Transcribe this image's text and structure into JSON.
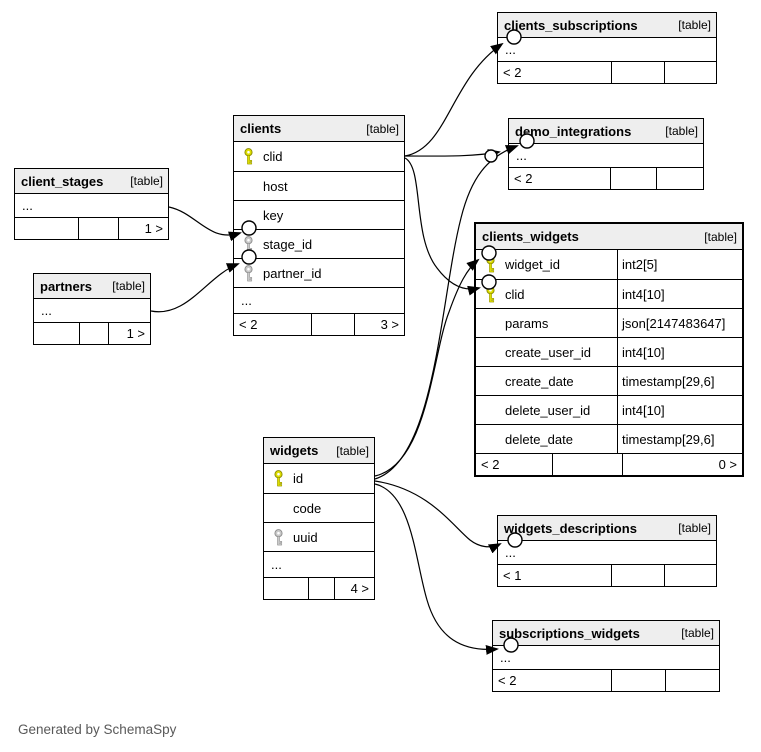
{
  "generator_note": "Generated by SchemaSpy",
  "colors": {
    "header_bg": "#eeeeee",
    "border": "#000000",
    "primary_key_fill": "#dddd00",
    "primary_key_stroke": "#8a8a00",
    "foreign_key_fill": "#c9c9c9",
    "foreign_key_stroke": "#8c8c8c"
  },
  "tables": {
    "client_stages": {
      "name": "client_stages",
      "tag": "[table]",
      "rows": [
        {
          "label": "..."
        }
      ],
      "footer": [
        "",
        "",
        "1 >"
      ]
    },
    "partners": {
      "name": "partners",
      "tag": "[table]",
      "rows": [
        {
          "label": "..."
        }
      ],
      "footer": [
        "",
        "",
        "1 >"
      ]
    },
    "clients": {
      "name": "clients",
      "tag": "[table]",
      "rows": [
        {
          "label": "clid",
          "key": "primary"
        },
        {
          "label": "host"
        },
        {
          "label": "key"
        },
        {
          "label": "stage_id",
          "key": "foreign"
        },
        {
          "label": "partner_id",
          "key": "foreign"
        },
        {
          "label": "..."
        }
      ],
      "footer": [
        "< 2",
        "",
        "3 >"
      ]
    },
    "clients_subscriptions": {
      "name": "clients_subscriptions",
      "tag": "[table]",
      "rows": [
        {
          "label": "..."
        }
      ],
      "footer": [
        "< 2",
        "",
        ""
      ]
    },
    "demo_integrations": {
      "name": "demo_integrations",
      "tag": "[table]",
      "rows": [
        {
          "label": "..."
        }
      ],
      "footer": [
        "< 2",
        "",
        ""
      ]
    },
    "clients_widgets": {
      "name": "clients_widgets",
      "tag": "[table]",
      "rows": [
        {
          "label": "widget_id",
          "type": "int2[5]",
          "key": "primary"
        },
        {
          "label": "clid",
          "type": "int4[10]",
          "key": "primary"
        },
        {
          "label": "params",
          "type": "json[2147483647]"
        },
        {
          "label": "create_user_id",
          "type": "int4[10]"
        },
        {
          "label": "create_date",
          "type": "timestamp[29,6]"
        },
        {
          "label": "delete_user_id",
          "type": "int4[10]"
        },
        {
          "label": "delete_date",
          "type": "timestamp[29,6]"
        }
      ],
      "footer": [
        "< 2",
        "",
        "0 >"
      ]
    },
    "widgets": {
      "name": "widgets",
      "tag": "[table]",
      "rows": [
        {
          "label": "id",
          "key": "primary"
        },
        {
          "label": "code"
        },
        {
          "label": "uuid",
          "key": "foreign"
        },
        {
          "label": "..."
        }
      ],
      "footer": [
        "",
        "",
        "4 >"
      ]
    },
    "widgets_descriptions": {
      "name": "widgets_descriptions",
      "tag": "[table]",
      "rows": [
        {
          "label": "..."
        }
      ],
      "footer": [
        "< 1",
        "",
        ""
      ]
    },
    "subscriptions_widgets": {
      "name": "subscriptions_widgets",
      "tag": "[table]",
      "rows": [
        {
          "label": "..."
        }
      ],
      "footer": [
        "< 2",
        "",
        ""
      ]
    }
  },
  "relationships": [
    {
      "from": "clients.clid",
      "to": "clients_subscriptions"
    },
    {
      "from": "clients.clid",
      "to": "demo_integrations"
    },
    {
      "from": "clients.clid",
      "to": "clients_widgets.clid"
    },
    {
      "from": "widgets.id",
      "to": "demo_integrations"
    },
    {
      "from": "widgets.id",
      "to": "clients_widgets.widget_id"
    },
    {
      "from": "widgets.id",
      "to": "widgets_descriptions"
    },
    {
      "from": "widgets.id",
      "to": "subscriptions_widgets"
    },
    {
      "from": "client_stages",
      "to": "clients.stage_id"
    },
    {
      "from": "partners",
      "to": "clients.partner_id"
    }
  ]
}
